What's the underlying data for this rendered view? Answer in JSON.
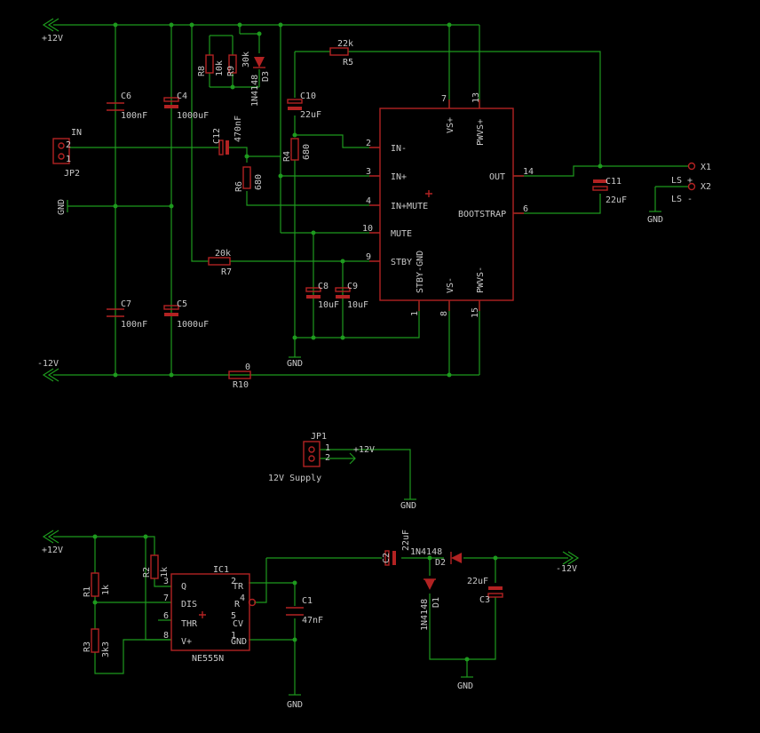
{
  "nets": {
    "p12_top": "+12V",
    "m12_top": "-12V",
    "p12_jp1": "+12V",
    "p12_bot": "+12V",
    "m12_bot": "-12V",
    "gnd": "GND"
  },
  "amp": {
    "in_header": {
      "ref": "JP2",
      "title": "IN",
      "pin1": "1",
      "pin2": "2"
    },
    "c6": {
      "ref": "C6",
      "value": "100nF"
    },
    "c4": {
      "ref": "C4",
      "value": "1000uF"
    },
    "c7": {
      "ref": "C7",
      "value": "100nF"
    },
    "c5": {
      "ref": "C5",
      "value": "1000uF"
    },
    "r8": {
      "ref": "R8",
      "value": "10k"
    },
    "r9": {
      "ref": "R9",
      "value": "30k"
    },
    "d3": {
      "ref": "D3",
      "value": "1N4148"
    },
    "r5": {
      "ref": "R5",
      "value": "22k"
    },
    "c10": {
      "ref": "C10",
      "value": "22uF"
    },
    "c12": {
      "ref": "C12",
      "value": "470nF"
    },
    "r4": {
      "ref": "R4",
      "value": "680"
    },
    "r6": {
      "ref": "R6",
      "value": "680"
    },
    "r7": {
      "ref": "R7",
      "value": "20k"
    },
    "c8": {
      "ref": "C8",
      "value": "10uF"
    },
    "c9": {
      "ref": "C9",
      "value": "10uF"
    },
    "r10": {
      "ref": "R10",
      "value": "0"
    },
    "c11": {
      "ref": "C11",
      "value": "22uF"
    },
    "ic": {
      "pins_left": [
        {
          "num": "2",
          "name": "IN-"
        },
        {
          "num": "3",
          "name": "IN+"
        },
        {
          "num": "4",
          "name": "IN+MUTE"
        },
        {
          "num": "10",
          "name": "MUTE"
        },
        {
          "num": "9",
          "name": "STBY"
        }
      ],
      "pins_right": [
        {
          "num": "14",
          "name": "OUT"
        },
        {
          "num": "6",
          "name": "BOOTSTRAP"
        }
      ],
      "pins_top": [
        {
          "num": "7",
          "name": "VS+"
        },
        {
          "num": "13",
          "name": "PWVS+"
        }
      ],
      "pins_bottom": [
        {
          "num": "1",
          "name": "STBY-GND"
        },
        {
          "num": "8",
          "name": "VS-"
        },
        {
          "num": "15",
          "name": "PWVS-"
        }
      ]
    },
    "out": {
      "x1": "X1",
      "x2": "X2",
      "ls_plus": "LS +",
      "ls_minus": "LS -"
    }
  },
  "supply": {
    "ref": "JP1",
    "pin1": "1",
    "pin2": "2",
    "label": "12V Supply"
  },
  "timer": {
    "ref": "IC1",
    "part": "NE555N",
    "pins_left": [
      {
        "num": "3",
        "name": "Q"
      },
      {
        "num": "7",
        "name": "DIS"
      },
      {
        "num": "6",
        "name": "THR"
      },
      {
        "num": "8",
        "name": "V+"
      }
    ],
    "pins_right": [
      {
        "num": "2",
        "name": "TR"
      },
      {
        "num": "4",
        "name": "R"
      },
      {
        "num": "5",
        "name": "CV"
      },
      {
        "num": "1",
        "name": "GND"
      }
    ],
    "r1": {
      "ref": "R1",
      "value": "1k"
    },
    "r2": {
      "ref": "R2",
      "value": "1k"
    },
    "r3": {
      "ref": "R3",
      "value": "3k3"
    },
    "c1": {
      "ref": "C1",
      "value": "47nF"
    },
    "c2": {
      "ref": "C2",
      "value": "22uF"
    },
    "c3": {
      "ref": "C3",
      "value": "22uF"
    },
    "d1": {
      "ref": "D1",
      "value": "1N4148"
    },
    "d2": {
      "ref": "D2",
      "value": "1N4148"
    }
  }
}
